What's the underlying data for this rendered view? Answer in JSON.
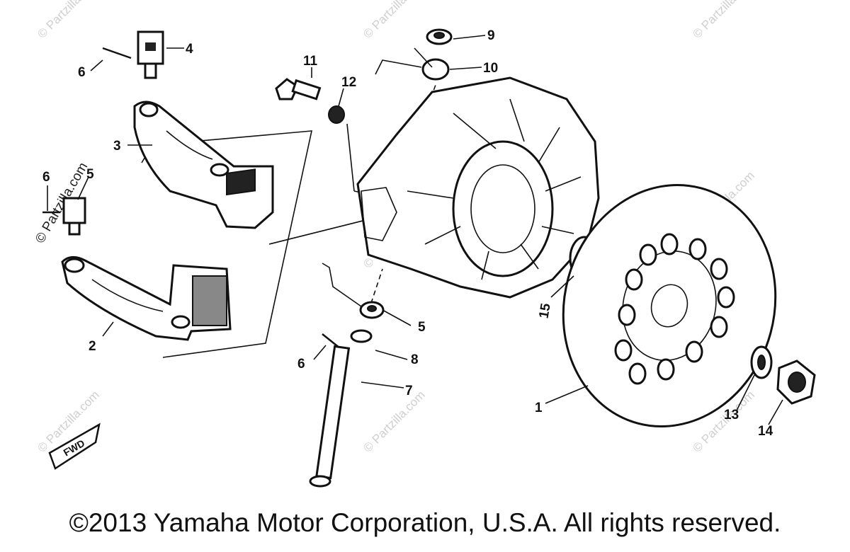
{
  "watermark": "© Partzilla.com",
  "copyright": "©2013 Yamaha Motor Corporation, U.S.A. All rights reserved.",
  "callouts": {
    "c1": "1",
    "c2": "2",
    "c3": "3",
    "c4": "4",
    "c5": "5",
    "c6a": "6",
    "c6b": "6",
    "c6c": "6",
    "c7": "7",
    "c8": "8",
    "c9": "9",
    "c10": "10",
    "c11": "11",
    "c12": "12",
    "c13": "13",
    "c14": "14",
    "c15": "15"
  },
  "fwd_tag": "FWD"
}
